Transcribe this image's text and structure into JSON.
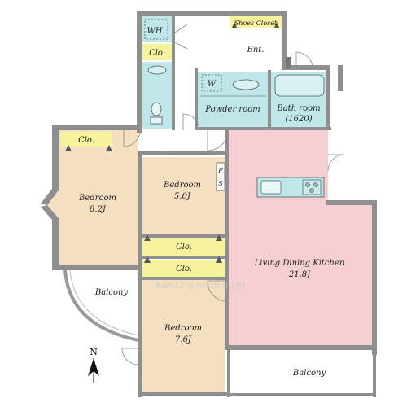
{
  "rooms": {
    "wh": "WH",
    "clo_top": "Clo.",
    "shoes_closet": "Shoes Closet",
    "entrance": "Ent.",
    "washer": "W",
    "powder_room": "Powder room",
    "bath_room": "Bath room",
    "bath_size": "(1620)",
    "clo_left": "Clo.",
    "ps": "PS",
    "bedroom_west": "Bedroom",
    "bedroom_west_size": "8.2J",
    "bedroom_center": "Bedroom",
    "bedroom_center_size": "5.0J",
    "clo_mid_1": "Clo.",
    "clo_mid_2": "Clo.",
    "ldk": "Living Dining Kitchen",
    "ldk_size": "21.8J",
    "balcony_west": "Balcony",
    "bedroom_south": "Bedroom",
    "bedroom_south_size": "7.6J",
    "balcony_south": "Balcony"
  },
  "compass": {
    "north": "N"
  },
  "watermark": "Ken Corporation Ltd.",
  "colors": {
    "bedroom": "#f4dfc0",
    "ldk": "#f6cfd2",
    "wet": "#bfe6e8",
    "closet": "#f7f29c",
    "wall": "#8f8f8f"
  }
}
